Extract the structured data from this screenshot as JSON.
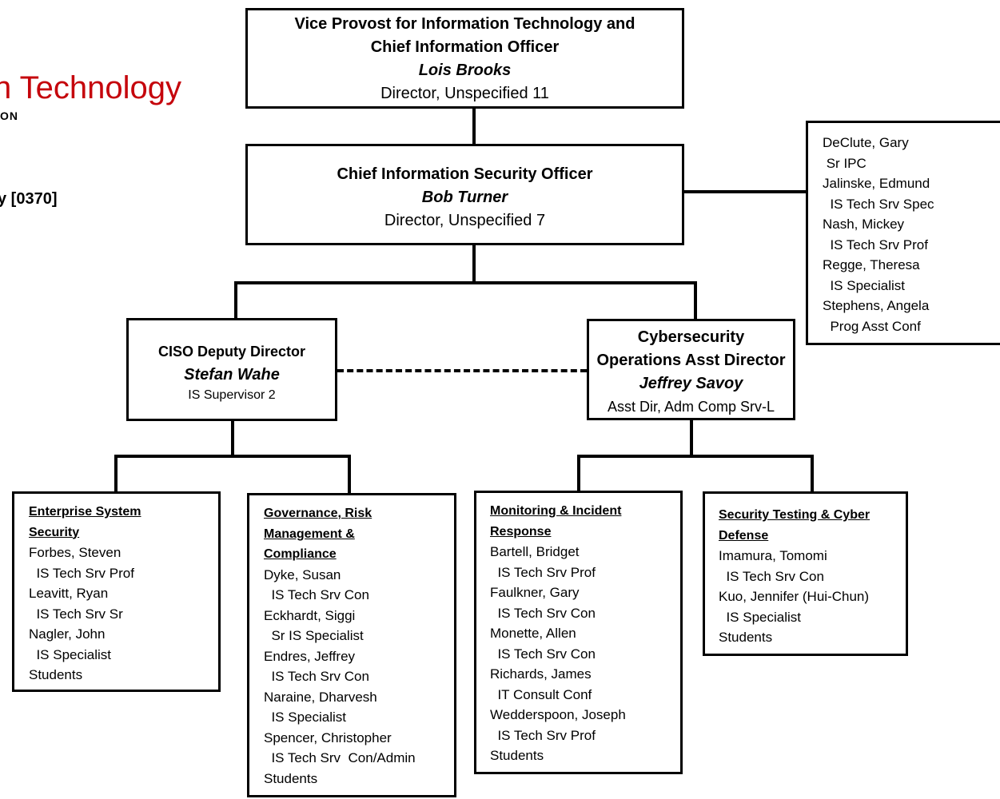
{
  "brand": {
    "title_fragment": "n Technology",
    "subtitle_fragment": "ON"
  },
  "department": {
    "label": "y [0370]"
  },
  "cio": {
    "title_line1": "Vice Provost for Information Technology and",
    "title_line2": "Chief Information Officer",
    "name": "Lois Brooks",
    "position": "Director, Unspecified 11"
  },
  "ciso": {
    "title": "Chief Information Security Officer",
    "name": "Bob Turner",
    "position": "Director, Unspecified 7"
  },
  "ciso_staff": [
    "DeClute, Gary",
    " Sr IPC",
    "Jalinske, Edmund",
    "  IS Tech Srv Spec",
    "Nash, Mickey",
    "  IS Tech Srv Prof",
    "Regge, Theresa",
    "  IS Specialist",
    "Stephens, Angela",
    "  Prog Asst Conf"
  ],
  "deputy": {
    "title": "CISO Deputy Director",
    "name": "Stefan Wahe",
    "position": "IS Supervisor 2"
  },
  "cyberops": {
    "title_line1": "Cybersecurity",
    "title_line2": "Operations Asst Director",
    "name": "Jeffrey Savoy",
    "position": "Asst Dir, Adm Comp Srv-L"
  },
  "teams": [
    {
      "heading": [
        "Enterprise System",
        "Security"
      ],
      "members": [
        "Forbes, Steven",
        "  IS Tech Srv Prof",
        "Leavitt, Ryan",
        "  IS Tech Srv Sr",
        "Nagler, John",
        "  IS Specialist",
        "Students"
      ]
    },
    {
      "heading": [
        "Governance, Risk",
        "Management &",
        "Compliance"
      ],
      "members": [
        "Dyke, Susan",
        "  IS Tech Srv Con",
        "Eckhardt, Siggi",
        "  Sr IS Specialist",
        "Endres, Jeffrey",
        "  IS Tech Srv Con",
        "Naraine, Dharvesh",
        "  IS Specialist",
        "Spencer, Christopher",
        "  IS Tech Srv  Con/Admin",
        "Students"
      ]
    },
    {
      "heading": [
        "Monitoring & Incident",
        "Response"
      ],
      "members": [
        "Bartell, Bridget",
        "  IS Tech Srv Prof",
        "Faulkner, Gary",
        "  IS Tech Srv Con",
        "Monette, Allen",
        "  IS Tech Srv Con",
        "Richards, James",
        "  IT Consult Conf",
        "Wedderspoon, Joseph",
        "  IS Tech Srv Prof",
        "Students"
      ]
    },
    {
      "heading": [
        "Security Testing & Cyber",
        "Defense"
      ],
      "members": [
        "Imamura, Tomomi",
        "  IS Tech Srv Con",
        "Kuo, Jennifer (Hui-Chun)",
        "  IS Specialist",
        "Students"
      ]
    }
  ]
}
